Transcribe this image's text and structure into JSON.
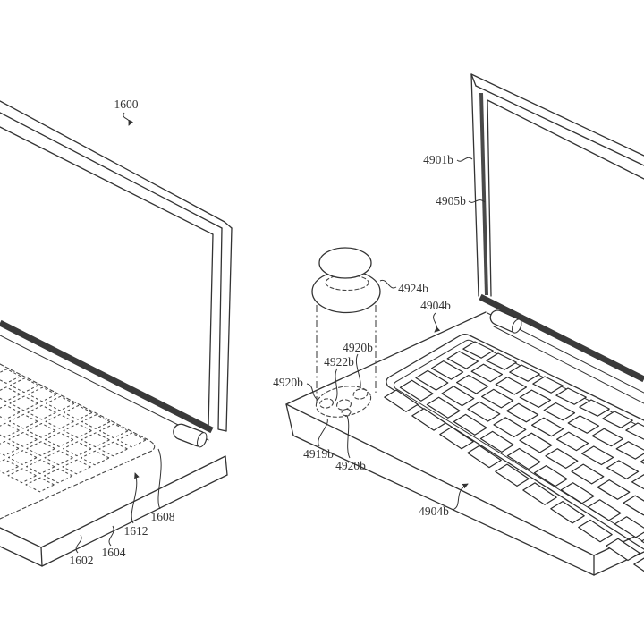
{
  "figure": {
    "kind": "patent-line-drawing",
    "parts": [
      "laptop-computer-left",
      "laptop-computer-right",
      "removable-knob",
      "keyboard-recess-features"
    ]
  },
  "colors": {
    "line": "#333333",
    "shaded_band": "#3a3a3a",
    "background": "#ffffff"
  },
  "labels": [
    {
      "ref": "1600"
    },
    {
      "ref": "1602"
    },
    {
      "ref": "1604"
    },
    {
      "ref": "1612"
    },
    {
      "ref": "1608"
    },
    {
      "ref": "4901b"
    },
    {
      "ref": "4905b"
    },
    {
      "ref": "4924b"
    },
    {
      "ref": "4904b"
    },
    {
      "ref": "4920b"
    },
    {
      "ref": "4922b"
    },
    {
      "ref": "4920b"
    },
    {
      "ref": "4919b"
    },
    {
      "ref": "4920b"
    },
    {
      "ref": "4904b"
    }
  ]
}
